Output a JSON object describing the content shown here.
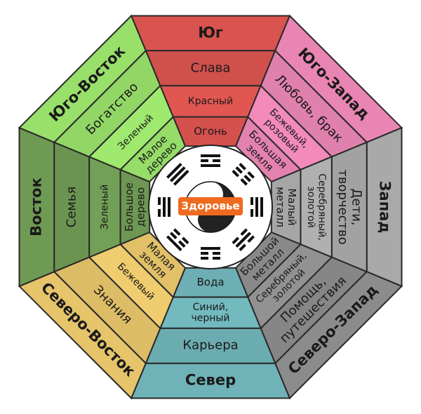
{
  "center": {
    "label": "Здоровье"
  },
  "sectors": [
    {
      "id": "south",
      "fill": "#d9534f",
      "texts": [
        "Юг",
        "Слава",
        "Красный",
        "Огонь"
      ]
    },
    {
      "id": "southwest",
      "fill": "#e985b3",
      "texts": [
        "Юго-Запад",
        "Любовь, брак",
        "Бежевый, розовый",
        "Большая земля"
      ]
    },
    {
      "id": "west",
      "fill": "#a9a9a9",
      "texts": [
        "Запад",
        "Дети, творчество",
        "Серебряный, золотой",
        "Малый металл"
      ]
    },
    {
      "id": "northwest",
      "fill": "#8c8c8c",
      "texts": [
        "Северо-Запад",
        "Помощь, путешествия",
        "Серебряный, золотой",
        "Большой металл"
      ]
    },
    {
      "id": "north",
      "fill": "#6fb3b8",
      "texts": [
        "Север",
        "Карьера",
        "Синий, черный",
        "Вода"
      ]
    },
    {
      "id": "northeast",
      "fill": "#e6c46a",
      "texts": [
        "Северо-Восток",
        "Знания",
        "Бежевый",
        "Малая земля"
      ]
    },
    {
      "id": "east",
      "fill": "#6f9a54",
      "texts": [
        "Восток",
        "Семья",
        "Зеленый",
        "Большое дерево"
      ]
    },
    {
      "id": "southeast",
      "fill": "#98e06a",
      "texts": [
        "Юго-Восток",
        "Богатство",
        "Зеленый",
        "Малое дерево"
      ]
    }
  ]
}
